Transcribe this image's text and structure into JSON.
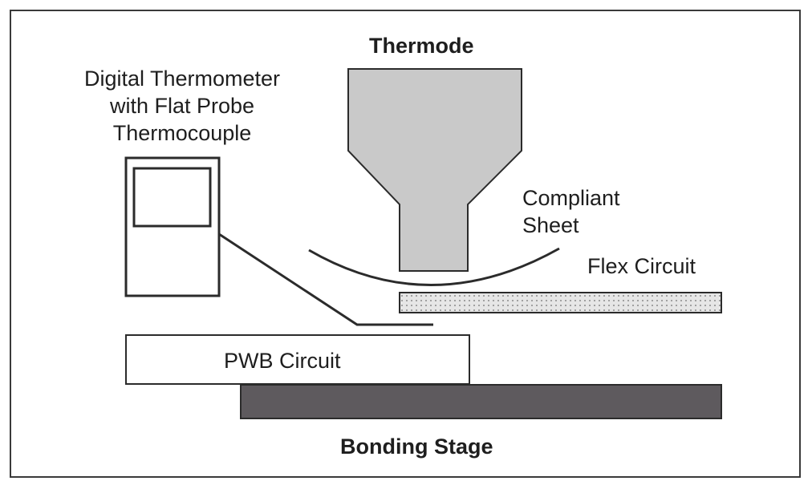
{
  "labels": {
    "thermode": "Thermode",
    "thermometer_line1": "Digital Thermometer",
    "thermometer_line2": "with Flat Probe",
    "thermometer_line3": "Thermocouple",
    "compliant_line1": "Compliant",
    "compliant_line2": "Sheet",
    "flex_circuit": "Flex Circuit",
    "pwb_circuit": "PWB Circuit",
    "bonding_stage": "Bonding Stage"
  },
  "colors": {
    "outline": "#2b2b2b",
    "thermode_fill": "#c9c9c9",
    "stage_fill": "#5e5a5e",
    "flex_fill": "#e6e6e6",
    "flex_dots": "#8a8a8a"
  }
}
